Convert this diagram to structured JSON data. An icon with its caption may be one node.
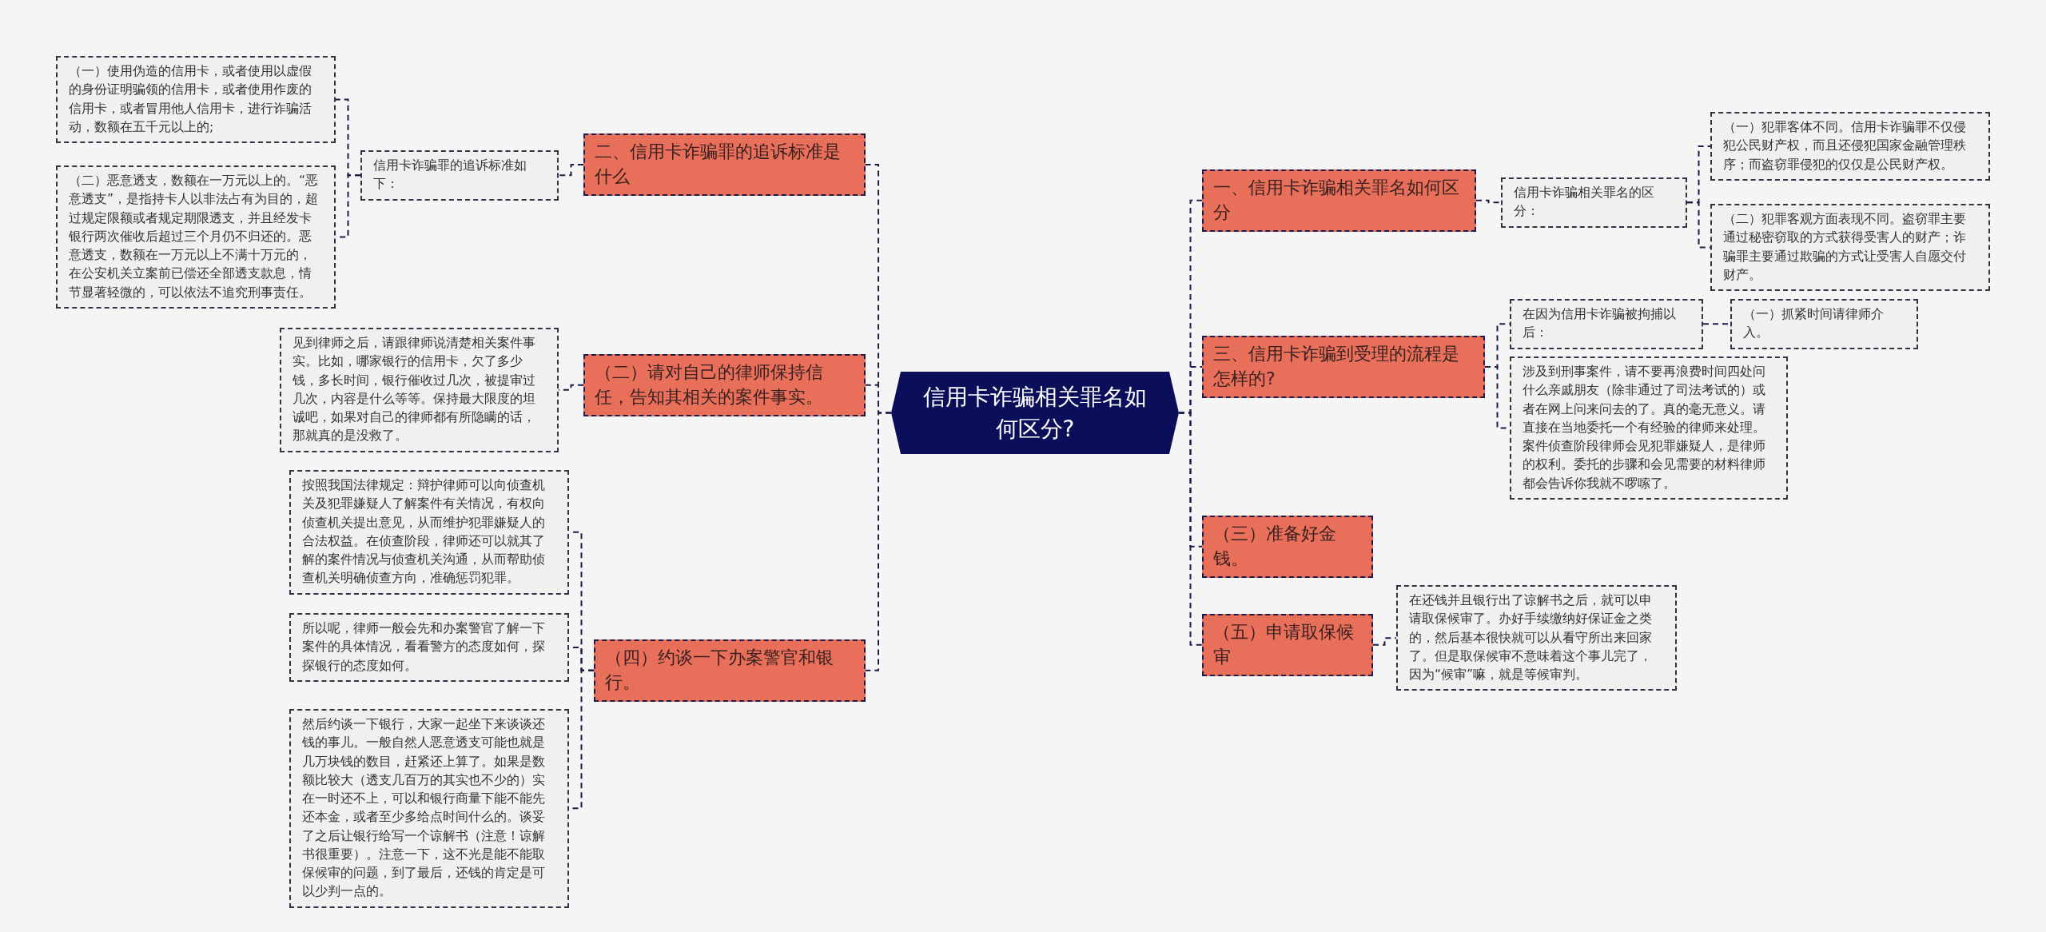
{
  "diagram": {
    "nodes": [
      {
        "text": [
          "信用卡诈骗相关罪名如何区分?"
        ]
      },
      {
        "text": [
          "二、信用卡诈骗罪的追诉标准是什么"
        ]
      },
      {
        "text": [
          "信用卡诈骗罪的追诉标准如下："
        ]
      },
      {
        "text": [
          "（一）使用伪造的信用卡，或者使用以虚假的身份证明骗领的信用卡，或者使用作废的信用卡，或者冒用他人信用卡，进行诈骗活动，数额在五千元以上的;"
        ]
      },
      {
        "text": [
          "（二）恶意透支，数额在一万元以上的。“恶意透支”，是指持卡人以非法占有为目的，超过规定限额或者规定期限透支，并且经发卡银行两次催收后超过三个月仍不归还的。恶意透支，数额在一万元以上不满十万元的，在公安机关立案前已偿还全部透支款息，情节显著轻微的，可以依法不追究刑事责任。"
        ]
      },
      {
        "text": [
          "（二）请对自己的律师保持信任，告知其相关的案件事实。"
        ]
      },
      {
        "text": [
          "见到律师之后，请跟律师说清楚相关案件事实。比如，哪家银行的信用卡，欠了多少钱，多长时间，银行催收过几次，被提审过几次，内容是什么等等。保持最大限度的坦诚吧，如果对自己的律师都有所隐瞒的话，那就真的是没救了。"
        ]
      },
      {
        "text": [
          "（四）约谈一下办案警官和银行。"
        ]
      },
      {
        "text": [
          "按照我国法律规定：辩护律师可以向侦查机关及犯罪嫌疑人了解案件有关情况，有权向侦查机关提出意见，从而维护犯罪嫌疑人的合法权益。在侦查阶段，律师还可以就其了解的案件情况与侦查机关沟通，从而帮助侦查机关明确侦查方向，准确惩罚犯罪。"
        ]
      },
      {
        "text": [
          "所以呢，律师一般会先和办案警官了解一下案件的具体情况，看看警方的态度如何，探探银行的态度如何。"
        ]
      },
      {
        "text": [
          "然后约谈一下银行，大家一起坐下来谈谈还钱的事儿。一般自然人恶意透支可能也就是几万块钱的数目，赶紧还上算了。如果是数额比较大（透支几百万的其实也不少的）实在一时还不上，可以和银行商量下能不能先还本金，或者至少多给点时间什么的。谈妥了之后让银行给写一个谅解书（注意！谅解书很重要）。注意一下，这不光是能不能取保候审的问题，到了最后，还钱的肯定是可以少判一点的。"
        ]
      },
      {
        "text": [
          "一、信用卡诈骗相关罪名如何区分"
        ]
      },
      {
        "text": [
          "信用卡诈骗相关罪名的区分："
        ]
      },
      {
        "text": [
          "（一）犯罪客体不同。信用卡诈骗罪不仅侵犯公民财产权，而且还侵犯国家金融管理秩序；而盗窃罪侵犯的仅仅是公民财产权。"
        ]
      },
      {
        "text": [
          "（二）犯罪客观方面表现不同。盗窃罪主要通过秘密窃取的方式获得受害人的财产；诈骗罪主要通过欺骗的方式让受害人自愿交付财产。"
        ]
      },
      {
        "text": [
          "三、信用卡诈骗到受理的流程是怎样的?"
        ]
      },
      {
        "text": [
          "在因为信用卡诈骗被拘捕以后："
        ]
      },
      {
        "text": [
          "（一）抓紧时间请律师介入。"
        ]
      },
      {
        "text": [
          "涉及到刑事案件，请不要再浪费时间四处问什么亲戚朋友（除非通过了司法考试的）或者在网上问来问去的了。真的毫无意义。请直接在当地委托一个有经验的律师来处理。案件侦查阶段律师会见犯罪嫌疑人，是律师的权利。委托的步骤和会见需要的材料律师都会告诉你我就不啰嗦了。"
        ]
      },
      {
        "text": [
          "（三）准备好金钱。"
        ]
      },
      {
        "text": [
          "（五）申请取保候审"
        ]
      },
      {
        "text": [
          "在还钱并且银行出了谅解书之后，就可以申请取保候审了。办好手续缴纳好保证金之类的，然后基本很快就可以从看守所出来回家了。但是取保候审不意味着这个事儿完了，因为“候审”嘛，就是等候审判。"
        ]
      }
    ],
    "edges": [
      {
        "from": 0,
        "to": 1,
        "arrow": "none"
      },
      {
        "from": 0,
        "to": 5,
        "arrow": "none"
      },
      {
        "from": 0,
        "to": 7,
        "arrow": "none"
      },
      {
        "from": 1,
        "to": 2,
        "arrow": "none"
      },
      {
        "from": 2,
        "to": 3,
        "arrow": "none"
      },
      {
        "from": 2,
        "to": 4,
        "arrow": "none"
      },
      {
        "from": 5,
        "to": 6,
        "arrow": "none"
      },
      {
        "from": 7,
        "to": 8,
        "arrow": "none"
      },
      {
        "from": 7,
        "to": 9,
        "arrow": "none"
      },
      {
        "from": 7,
        "to": 10,
        "arrow": "none"
      },
      {
        "from": 0,
        "to": 11,
        "arrow": "none"
      },
      {
        "from": 0,
        "to": 15,
        "arrow": "none"
      },
      {
        "from": 0,
        "to": 19,
        "arrow": "none"
      },
      {
        "from": 0,
        "to": 20,
        "arrow": "none"
      },
      {
        "from": 11,
        "to": 12,
        "arrow": "none"
      },
      {
        "from": 12,
        "to": 13,
        "arrow": "none"
      },
      {
        "from": 12,
        "to": 14,
        "arrow": "none"
      },
      {
        "from": 15,
        "to": 16,
        "arrow": "none"
      },
      {
        "from": 15,
        "to": 18,
        "arrow": "none"
      },
      {
        "from": 16,
        "to": 17,
        "arrow": "none"
      },
      {
        "from": 20,
        "to": 21,
        "arrow": "none"
      }
    ]
  }
}
